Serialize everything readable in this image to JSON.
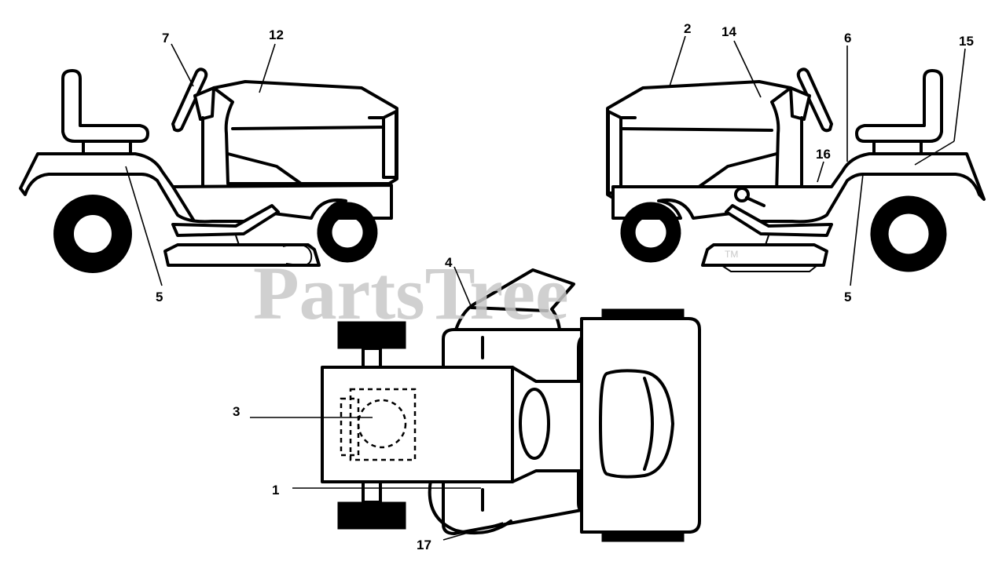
{
  "watermark": {
    "text": "PartsTree",
    "trademark": "TM"
  },
  "callouts": {
    "c1": "1",
    "c2": "2",
    "c3": "3",
    "c4": "4",
    "c5_left": "5",
    "c5_right": "5",
    "c6": "6",
    "c7": "7",
    "c12": "12",
    "c14": "14",
    "c15": "15",
    "c16": "16",
    "c17": "17"
  }
}
